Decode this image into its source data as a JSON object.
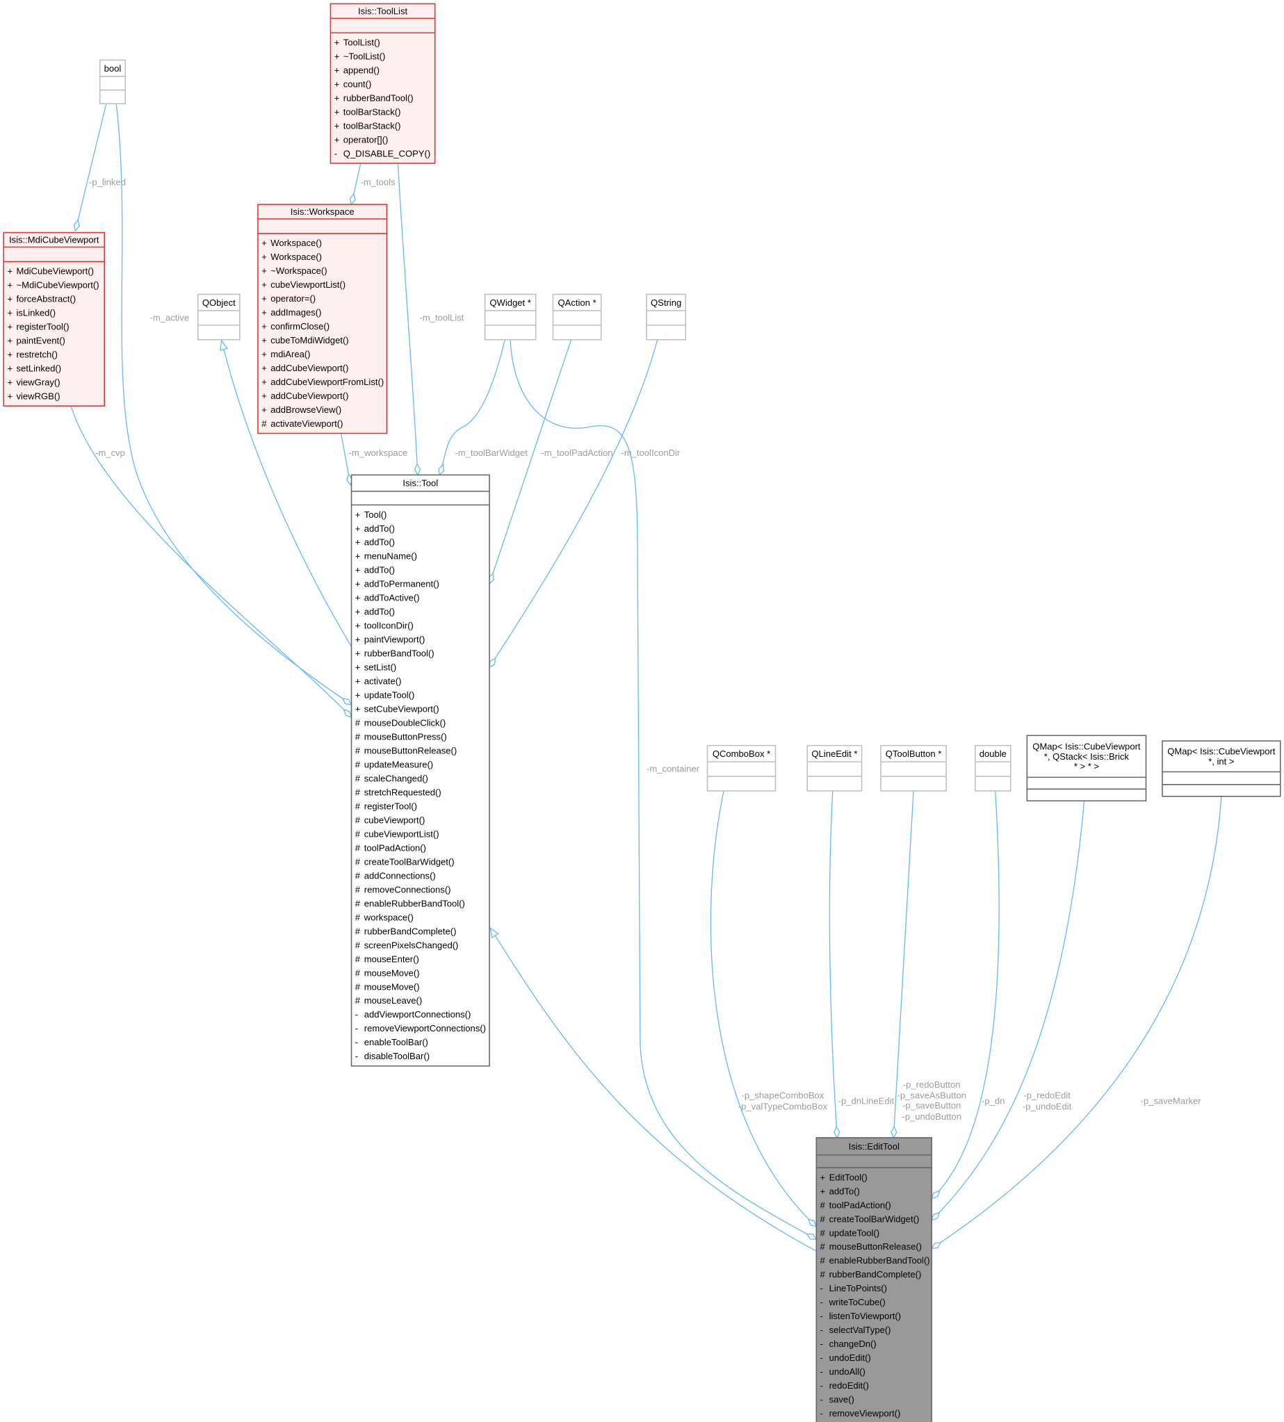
{
  "classes": {
    "bool": {
      "title": [
        "bool"
      ],
      "members": []
    },
    "toollist": {
      "title": [
        "Isis::ToolList"
      ],
      "members": [
        {
          "v": "+",
          "n": "ToolList()"
        },
        {
          "v": "+",
          "n": "~ToolList()"
        },
        {
          "v": "+",
          "n": "append()"
        },
        {
          "v": "+",
          "n": "count()"
        },
        {
          "v": "+",
          "n": "rubberBandTool()"
        },
        {
          "v": "+",
          "n": "toolBarStack()"
        },
        {
          "v": "+",
          "n": "toolBarStack()"
        },
        {
          "v": "+",
          "n": "operator[]()"
        },
        {
          "v": "-",
          "n": "Q_DISABLE_COPY()"
        }
      ]
    },
    "workspace": {
      "title": [
        "Isis::Workspace"
      ],
      "members": [
        {
          "v": "+",
          "n": "Workspace()"
        },
        {
          "v": "+",
          "n": "Workspace()"
        },
        {
          "v": "+",
          "n": "~Workspace()"
        },
        {
          "v": "+",
          "n": "cubeViewportList()"
        },
        {
          "v": "+",
          "n": "operator=()"
        },
        {
          "v": "+",
          "n": "addImages()"
        },
        {
          "v": "+",
          "n": "confirmClose()"
        },
        {
          "v": "+",
          "n": "cubeToMdiWidget()"
        },
        {
          "v": "+",
          "n": "mdiArea()"
        },
        {
          "v": "+",
          "n": "addCubeViewport()"
        },
        {
          "v": "+",
          "n": "addCubeViewportFromList()"
        },
        {
          "v": "+",
          "n": "addCubeViewport()"
        },
        {
          "v": "+",
          "n": "addBrowseView()"
        },
        {
          "v": "#",
          "n": "activateViewport()"
        }
      ]
    },
    "mdi": {
      "title": [
        "Isis::MdiCubeViewport"
      ],
      "members": [
        {
          "v": "+",
          "n": "MdiCubeViewport()"
        },
        {
          "v": "+",
          "n": "~MdiCubeViewport()"
        },
        {
          "v": "+",
          "n": "forceAbstract()"
        },
        {
          "v": "+",
          "n": "isLinked()"
        },
        {
          "v": "+",
          "n": "registerTool()"
        },
        {
          "v": "+",
          "n": "paintEvent()"
        },
        {
          "v": "+",
          "n": "restretch()"
        },
        {
          "v": "+",
          "n": "setLinked()"
        },
        {
          "v": "+",
          "n": "viewGray()"
        },
        {
          "v": "+",
          "n": "viewRGB()"
        }
      ]
    },
    "qobject": {
      "title": [
        "QObject"
      ],
      "members": []
    },
    "qwidget": {
      "title": [
        "QWidget *"
      ],
      "members": []
    },
    "qaction": {
      "title": [
        "QAction *"
      ],
      "members": []
    },
    "qstring": {
      "title": [
        "QString"
      ],
      "members": []
    },
    "tool": {
      "title": [
        "Isis::Tool"
      ],
      "members": [
        {
          "v": "+",
          "n": "Tool()"
        },
        {
          "v": "+",
          "n": "addTo()"
        },
        {
          "v": "+",
          "n": "addTo()"
        },
        {
          "v": "+",
          "n": "menuName()"
        },
        {
          "v": "+",
          "n": "addTo()"
        },
        {
          "v": "+",
          "n": "addToPermanent()"
        },
        {
          "v": "+",
          "n": "addToActive()"
        },
        {
          "v": "+",
          "n": "addTo()"
        },
        {
          "v": "+",
          "n": "toolIconDir()"
        },
        {
          "v": "+",
          "n": "paintViewport()"
        },
        {
          "v": "+",
          "n": "rubberBandTool()"
        },
        {
          "v": "+",
          "n": "setList()"
        },
        {
          "v": "+",
          "n": "activate()"
        },
        {
          "v": "+",
          "n": "updateTool()"
        },
        {
          "v": "+",
          "n": "setCubeViewport()"
        },
        {
          "v": "#",
          "n": "mouseDoubleClick()"
        },
        {
          "v": "#",
          "n": "mouseButtonPress()"
        },
        {
          "v": "#",
          "n": "mouseButtonRelease()"
        },
        {
          "v": "#",
          "n": "updateMeasure()"
        },
        {
          "v": "#",
          "n": "scaleChanged()"
        },
        {
          "v": "#",
          "n": "stretchRequested()"
        },
        {
          "v": "#",
          "n": "registerTool()"
        },
        {
          "v": "#",
          "n": "cubeViewport()"
        },
        {
          "v": "#",
          "n": "cubeViewportList()"
        },
        {
          "v": "#",
          "n": "toolPadAction()"
        },
        {
          "v": "#",
          "n": "createToolBarWidget()"
        },
        {
          "v": "#",
          "n": "addConnections()"
        },
        {
          "v": "#",
          "n": "removeConnections()"
        },
        {
          "v": "#",
          "n": "enableRubberBandTool()"
        },
        {
          "v": "#",
          "n": "workspace()"
        },
        {
          "v": "#",
          "n": "rubberBandComplete()"
        },
        {
          "v": "#",
          "n": "screenPixelsChanged()"
        },
        {
          "v": "#",
          "n": "mouseEnter()"
        },
        {
          "v": "#",
          "n": "mouseMove()"
        },
        {
          "v": "#",
          "n": "mouseMove()"
        },
        {
          "v": "#",
          "n": "mouseLeave()"
        },
        {
          "v": "-",
          "n": "addViewportConnections()"
        },
        {
          "v": "-",
          "n": "removeViewportConnections()"
        },
        {
          "v": "-",
          "n": "enableToolBar()"
        },
        {
          "v": "-",
          "n": "disableToolBar()"
        }
      ]
    },
    "qcombobox": {
      "title": [
        "QComboBox *"
      ],
      "members": []
    },
    "qlineedit": {
      "title": [
        "QLineEdit *"
      ],
      "members": []
    },
    "qtoolbutton": {
      "title": [
        "QToolButton *"
      ],
      "members": []
    },
    "double": {
      "title": [
        "double"
      ],
      "members": []
    },
    "qmapstack": {
      "title": [
        "QMap< Isis::CubeViewport",
        "*, QStack< Isis::Brick",
        "* > * >"
      ],
      "members": []
    },
    "qmapint": {
      "title": [
        "QMap< Isis::CubeViewport",
        "*, int >"
      ],
      "members": []
    },
    "edittool": {
      "title": [
        "Isis::EditTool"
      ],
      "members": [
        {
          "v": "+",
          "n": "EditTool()"
        },
        {
          "v": "+",
          "n": "addTo()"
        },
        {
          "v": "#",
          "n": "toolPadAction()"
        },
        {
          "v": "#",
          "n": "createToolBarWidget()"
        },
        {
          "v": "#",
          "n": "updateTool()"
        },
        {
          "v": "#",
          "n": "mouseButtonRelease()"
        },
        {
          "v": "#",
          "n": "enableRubberBandTool()"
        },
        {
          "v": "#",
          "n": "rubberBandComplete()"
        },
        {
          "v": "-",
          "n": "LineToPoints()"
        },
        {
          "v": "-",
          "n": "writeToCube()"
        },
        {
          "v": "-",
          "n": "listenToViewport()"
        },
        {
          "v": "-",
          "n": "selectValType()"
        },
        {
          "v": "-",
          "n": "changeDn()"
        },
        {
          "v": "-",
          "n": "undoEdit()"
        },
        {
          "v": "-",
          "n": "undoAll()"
        },
        {
          "v": "-",
          "n": "redoEdit()"
        },
        {
          "v": "-",
          "n": "save()"
        },
        {
          "v": "-",
          "n": "removeViewport()"
        }
      ]
    }
  },
  "edges": {
    "p_linked": "-p_linked",
    "m_active": "-m_active",
    "m_cvp": "-m_cvp",
    "m_tools": "-m_tools",
    "m_toolList": "-m_toolList",
    "m_workspace": "-m_workspace",
    "m_toolBarWidget": "-m_toolBarWidget",
    "m_toolPadAction": "-m_toolPadAction",
    "m_toolIconDir": "-m_toolIconDir",
    "m_container": "-m_container",
    "combo": [
      "-p_shapeComboBox",
      "-p_valTypeComboBox"
    ],
    "p_dnLineEdit": "-p_dnLineEdit",
    "buttons": [
      "-p_redoButton",
      "-p_saveAsButton",
      "-p_saveButton",
      "-p_undoButton"
    ],
    "p_dn": "-p_dn",
    "edits": [
      "-p_redoEdit",
      "-p_undoEdit"
    ],
    "p_saveMarker": "-p_saveMarker"
  },
  "colors": {
    "edge": "#63B8FF",
    "highlight_fill": "#FFF0F0",
    "highlight_stroke": "#E83030",
    "current_fill": "#999999"
  }
}
